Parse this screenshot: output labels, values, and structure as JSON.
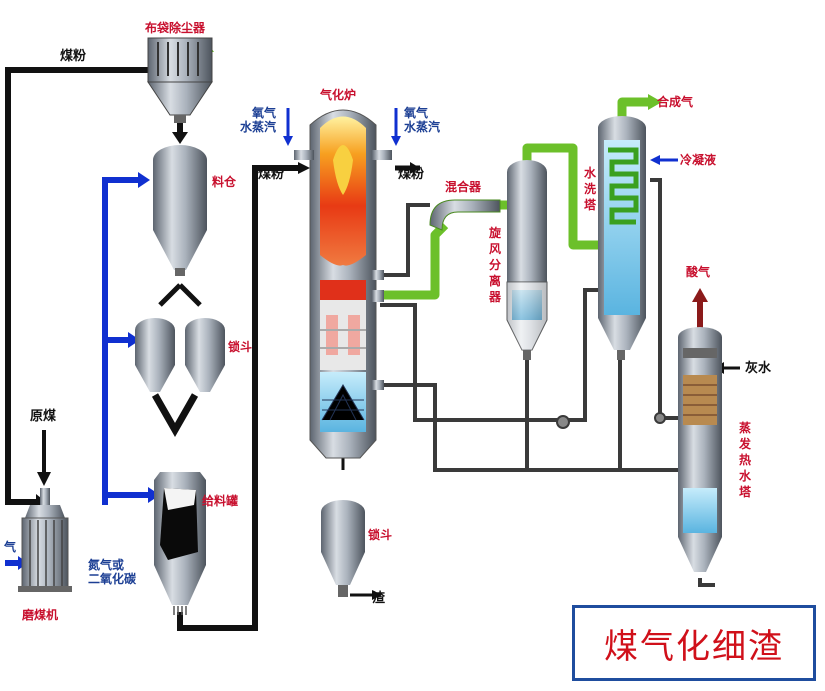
{
  "labels": {
    "baghouse": "布袋除尘器",
    "coal_powder_top": "煤粉",
    "bin": "料仓",
    "lock_hopper_1": "锁斗",
    "feed_tank": "给料罐",
    "inert_gas": "氮气或\n二氧化碳",
    "raw_coal": "原煤",
    "gas_in": "气",
    "mill": "磨煤机",
    "oxygen_steam_left": "氧气\n水蒸汽",
    "coal_powder_left": "煤粉",
    "gasifier": "气化炉",
    "oxygen_steam_right": "氧气\n水蒸汽",
    "coal_powder_right": "煤粉",
    "lock_hopper_2": "锁斗",
    "slag": "渣",
    "mixer": "混合器",
    "cyclone": "旋风分离器",
    "scrubber": "水洗塔",
    "syngas": "合成气",
    "condensate": "冷凝液",
    "acid_gas": "酸气",
    "ash_water": "灰水",
    "evaporator": "蒸发热水塔"
  },
  "title": "煤气化细渣",
  "colors": {
    "pipe_black": "#111111",
    "pipe_blue": "#1030d0",
    "pipe_green": "#6cc02a",
    "vessel_gray": "#9aa4b0",
    "flame_red": "#e0301a",
    "water_blue": "#a8d8f0",
    "accent_red": "#c8102e",
    "acid_arrow": "#8b1a1a"
  }
}
